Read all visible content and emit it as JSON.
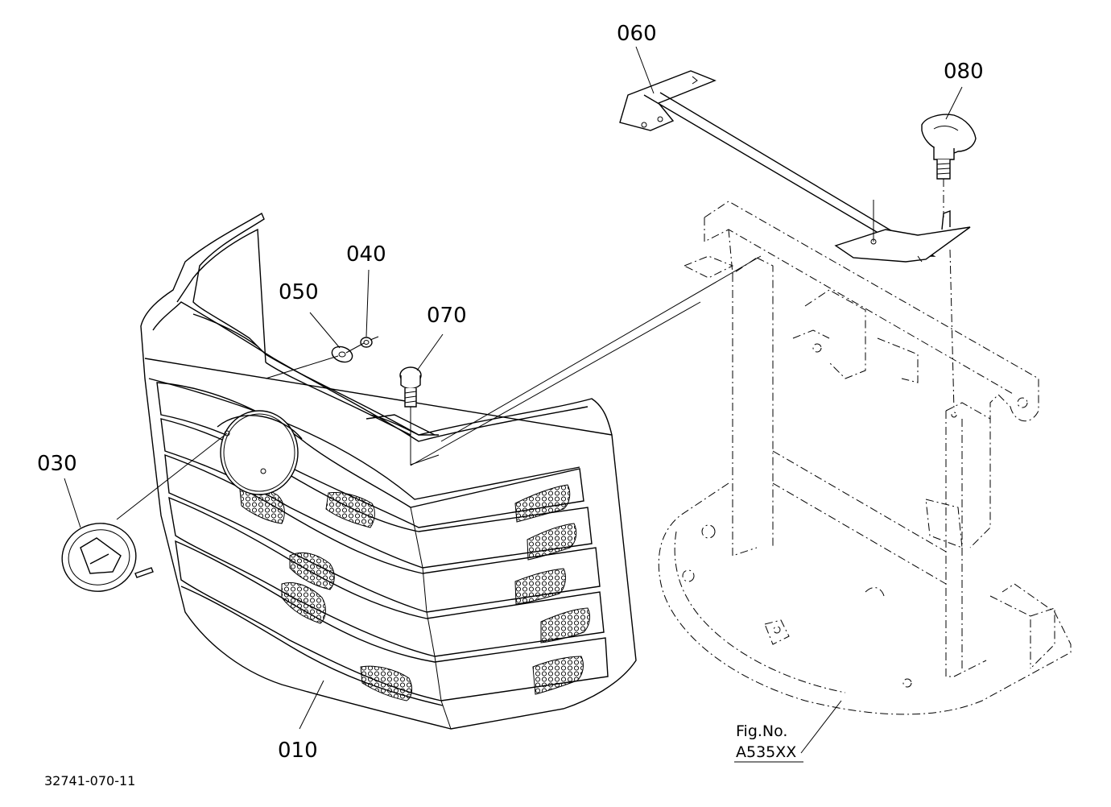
{
  "callouts": {
    "p010": "010",
    "p030": "030",
    "p040": "040",
    "p050": "050",
    "p060": "060",
    "p070": "070",
    "p080": "080"
  },
  "figure_ref": {
    "line1": "Fig.No.",
    "line2": "A535XX"
  },
  "drawing_number": "32741-070-11"
}
